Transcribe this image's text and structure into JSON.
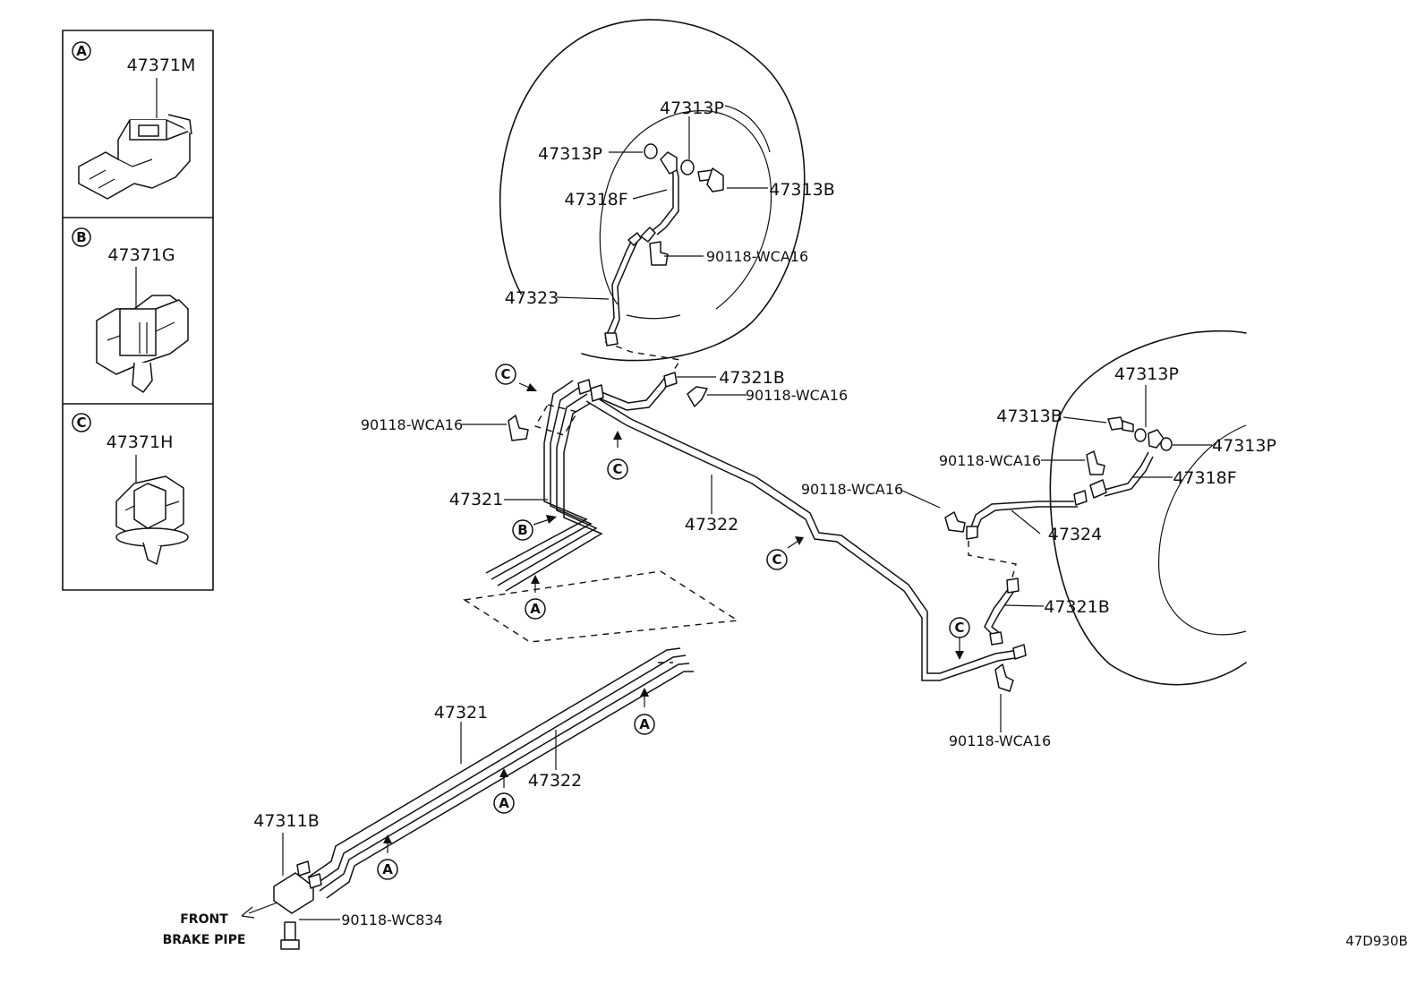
{
  "legend": {
    "boxes": [
      {
        "letter": "A",
        "part": "47371M"
      },
      {
        "letter": "B",
        "part": "47371G"
      },
      {
        "letter": "C",
        "part": "47371H"
      }
    ]
  },
  "callouts": {
    "p47313p_top1": "47313P",
    "p47313p_top2": "47313P",
    "p47313b_top": "47313B",
    "p47318f_top": "47318F",
    "clip_top": "90118-WCA16",
    "p47323": "47323",
    "p47321b_top": "47321B",
    "clip_mid_right": "90118-WCA16",
    "clip_mid_left": "90118-WCA16",
    "p47321_mid": "47321",
    "p47322_mid": "47322",
    "p47313p_right1": "47313P",
    "p47313b_right": "47313B",
    "p47313p_right2": "47313P",
    "clip_right1": "90118-WCA16",
    "p47318f_right": "47318F",
    "clip_right2": "90118-WCA16",
    "p47324": "47324",
    "p47321b_right": "47321B",
    "clip_bottom_right": "90118-WCA16",
    "p47321_low": "47321",
    "p47322_low": "47322",
    "p47311b": "47311B",
    "bolt_bottom": "90118-WC834"
  },
  "markers": {
    "A": "A",
    "B": "B",
    "C": "C"
  },
  "front_label": {
    "line1": "FRONT",
    "line2": "BRAKE PIPE"
  },
  "diagram_code": "47D930B"
}
